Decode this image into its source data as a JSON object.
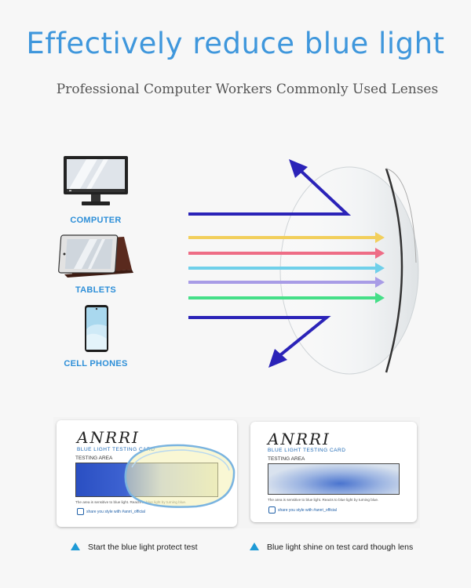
{
  "headline": "Effectively reduce blue light",
  "subheadline": "Professional Computer Workers Commonly Used Lenses",
  "devices": [
    {
      "label": "COMPUTER",
      "icon": "computer-monitor-icon"
    },
    {
      "label": "TABLETS",
      "icon": "tablet-icon"
    },
    {
      "label": "CELL PHONES",
      "icon": "cell-phone-icon"
    }
  ],
  "light_rays": {
    "reflected_color": "#2b23b8",
    "passing_colors": [
      "#f2cf5c",
      "#ee6d86",
      "#6fd0ea",
      "#a89ce6",
      "#45df88"
    ]
  },
  "cards": [
    {
      "brand": "ANRRI",
      "subtitle": "BLUE LIGHT TESTING CARD",
      "area_label": "TESTING AREA",
      "note": "The area is sensitive to blue light. Reacts to blue light by turning blue.",
      "share": "share you style with #anrri_official"
    },
    {
      "brand": "ANRRI",
      "subtitle": "BLUE LIGHT TESTING CARD",
      "area_label": "TESTING AREA",
      "note": "The area is sensitive to blue light. Reacts to blue light by turning blue.",
      "share": "share you style with #anrri_official"
    }
  ],
  "captions": [
    "Start the blue light protect test",
    "Blue light shine on test card though lens"
  ],
  "colors": {
    "headline": "#3f97dc",
    "label": "#2e8fd8",
    "triangle": "#1e9ad6"
  }
}
